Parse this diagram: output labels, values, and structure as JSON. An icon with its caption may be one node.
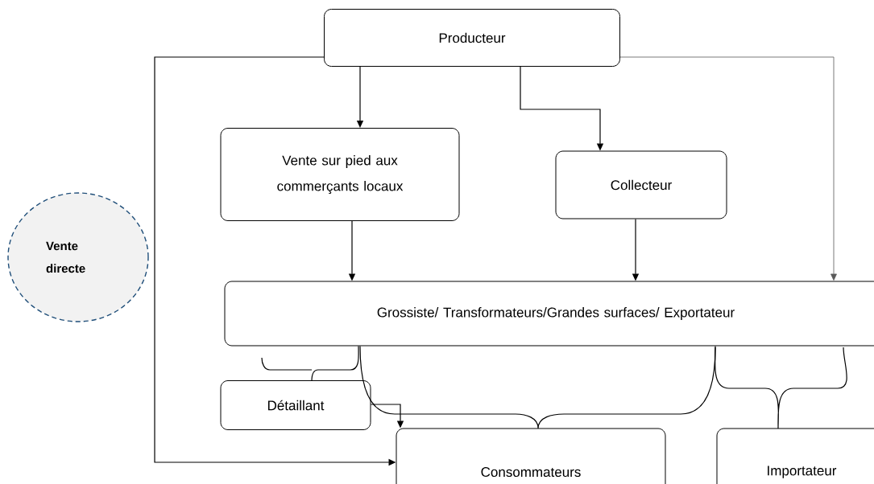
{
  "diagram": {
    "nodes": [
      {
        "text": [
          "Producteur"
        ]
      },
      {
        "text": [
          "Vente sur pied aux commerçants locaux"
        ]
      },
      {
        "text": [
          "Collecteur"
        ]
      },
      {
        "text": [
          "Vente directe"
        ]
      },
      {
        "text": [
          "Grossiste/ Transformateurs/Grandes surfaces/ Exportateur"
        ]
      },
      {
        "text": [
          "Détaillant"
        ]
      },
      {
        "text": [
          "Consommateurs"
        ]
      },
      {
        "text": [
          "Importateur"
        ]
      }
    ],
    "edges": [
      {
        "from": 0,
        "to": 1,
        "arrow": "to"
      },
      {
        "from": 0,
        "to": 2,
        "arrow": "to"
      },
      {
        "from": 1,
        "to": 4,
        "arrow": "to"
      },
      {
        "from": 2,
        "to": 4,
        "arrow": "to"
      },
      {
        "from": 0,
        "to": 4,
        "arrow": "to",
        "color": "#595959"
      },
      {
        "from": 0,
        "to": 6,
        "arrow": "to"
      },
      {
        "from": 5,
        "to": 6,
        "arrow": "to"
      },
      {
        "from": 4,
        "to": 5,
        "arrow": "none"
      },
      {
        "from": 4,
        "to": 6,
        "arrow": "none"
      },
      {
        "from": 4,
        "to": 7,
        "arrow": "none"
      }
    ]
  }
}
